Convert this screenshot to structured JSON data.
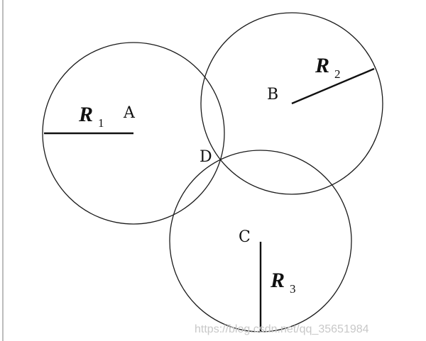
{
  "points": {
    "A": "A",
    "B": "B",
    "C": "C",
    "D": "D"
  },
  "radii": [
    {
      "symbol": "R",
      "subscript": "1"
    },
    {
      "symbol": "R",
      "subscript": "2"
    },
    {
      "symbol": "R",
      "subscript": "3"
    }
  ],
  "watermark": "https://blog.csdn.net/qq_35651984"
}
